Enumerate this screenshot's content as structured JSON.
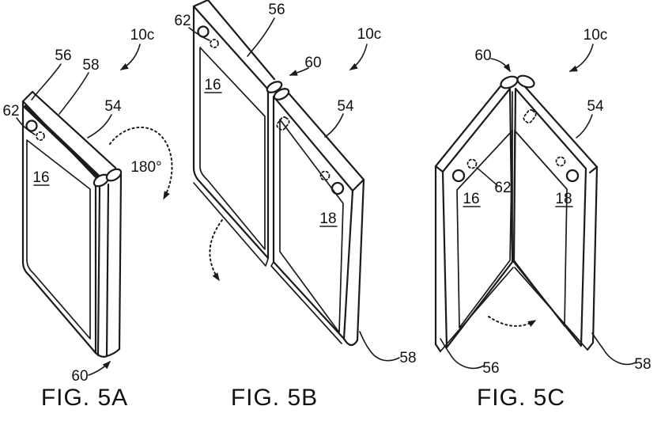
{
  "document": {
    "type": "patent-figure-sheet",
    "colors": {
      "ink": "#1b1b1b",
      "paper": "#ffffff"
    }
  },
  "figs": {
    "a": {
      "caption": "FIG. 5A",
      "labels": {
        "n62": "62",
        "n56": "56",
        "n58": "58",
        "n54": "54",
        "n10c": "10c",
        "angle": "180°",
        "n16": "16",
        "n60": "60"
      }
    },
    "b": {
      "caption": "FIG. 5B",
      "labels": {
        "n62": "62",
        "n56": "56",
        "n60": "60",
        "n10c": "10c",
        "n16": "16",
        "n54": "54",
        "n18": "18",
        "n58": "58"
      }
    },
    "c": {
      "caption": "FIG. 5C",
      "labels": {
        "n60": "60",
        "n10c": "10c",
        "n54": "54",
        "n62": "62",
        "n16": "16",
        "n18": "18",
        "n56": "56",
        "n58": "58"
      }
    }
  }
}
